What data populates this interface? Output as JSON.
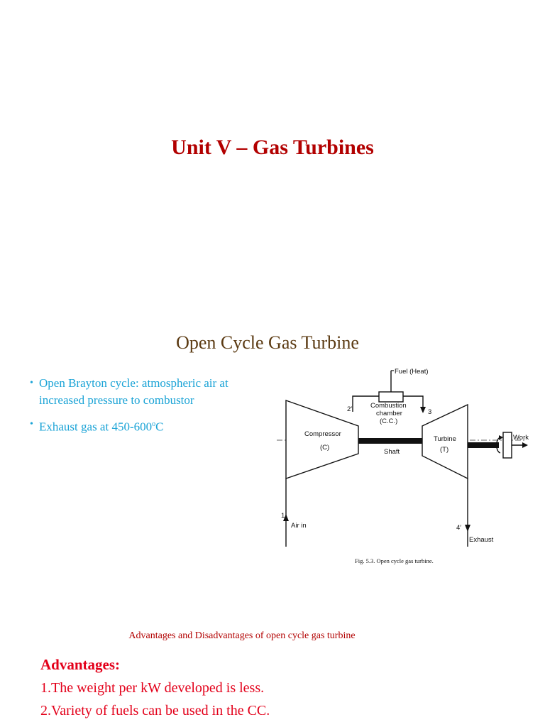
{
  "slide": {
    "title": "Unit V – Gas Turbines",
    "subtitle": "Open Cycle Gas Turbine"
  },
  "bullets": [
    "Open Brayton cycle: atmospheric air at increased pressure to combustor",
    {
      "text": "Exhaust gas at 450-600",
      "sup": "o",
      "tail": "C"
    }
  ],
  "diagram": {
    "fuel": "Fuel (Heat)",
    "chamber": [
      "Combustion",
      "chamber",
      "(C.C.)"
    ],
    "compressor": [
      "Compressor",
      "(C)"
    ],
    "turbine": [
      "Turbine",
      "(T)"
    ],
    "shaft": "Shaft",
    "work": "Work",
    "state_2": "2′",
    "state_3": "3",
    "state_1": "1",
    "state_4": "4′",
    "air_in": "Air in",
    "exhaust": "Exhaust",
    "caption": "Fig. 5.3. Open cycle gas turbine."
  },
  "advantages": {
    "heading": "Advantages and Disadvantages of open cycle gas turbine",
    "label": "Advantages:",
    "items": [
      "1.The weight  per kW developed is less.",
      "2.Variety of fuels can be used in the CC."
    ]
  }
}
